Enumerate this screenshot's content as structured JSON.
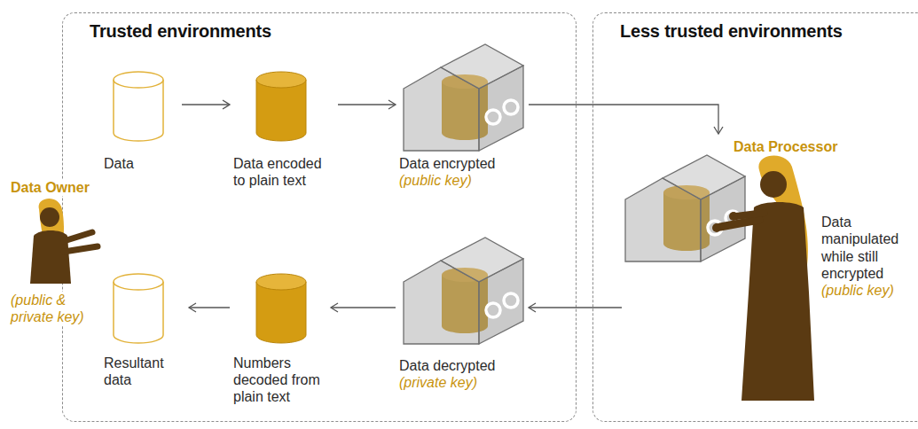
{
  "diagram": {
    "nodes": [
      {
        "text": [
          "Trusted environments"
        ]
      },
      {
        "text": [
          "Data Owner",
          "(public & private key)"
        ]
      },
      {
        "text": [
          "Data"
        ],
        "in": 0
      },
      {
        "text": [
          "Data encoded to plain text"
        ],
        "in": 0
      },
      {
        "text": [
          "Data encrypted",
          "(public key)"
        ],
        "in": 0
      },
      {
        "text": [
          "Resultant data"
        ],
        "in": 0
      },
      {
        "text": [
          "Numbers decoded from plain text"
        ],
        "in": 0
      },
      {
        "text": [
          "Data decrypted",
          "(private key)"
        ],
        "in": 0
      },
      {
        "text": [
          "Less trusted environments"
        ]
      },
      {
        "text": [
          "Data Processor",
          "Data manipulated while still encrypted",
          "(public key)"
        ],
        "in": 8
      }
    ],
    "edges": [
      {
        "from": 2,
        "to": 3,
        "arrow": "to"
      },
      {
        "from": 3,
        "to": 4,
        "arrow": "to"
      },
      {
        "from": 4,
        "to": 9,
        "arrow": "to"
      },
      {
        "from": 9,
        "to": 7,
        "arrow": "to"
      },
      {
        "from": 7,
        "to": 6,
        "arrow": "to"
      },
      {
        "from": 6,
        "to": 5,
        "arrow": "to"
      }
    ]
  }
}
